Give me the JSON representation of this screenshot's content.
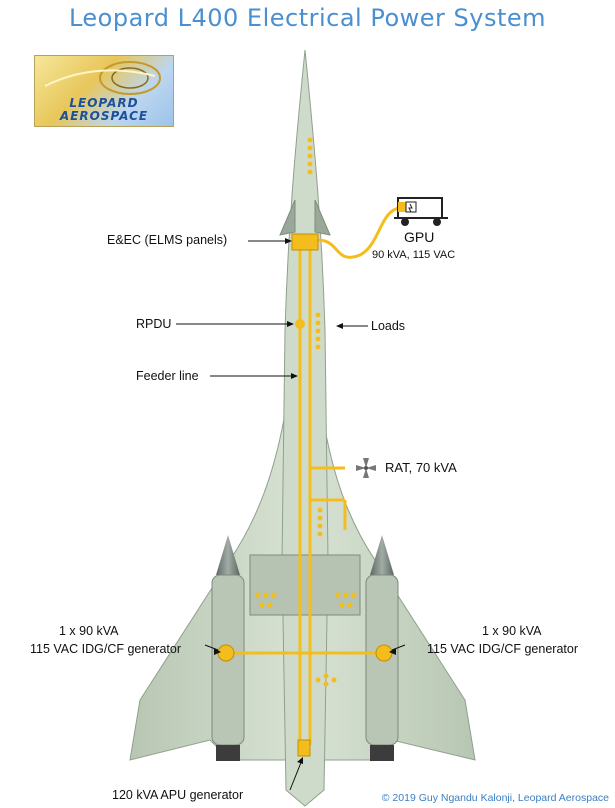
{
  "title": "Leopard L400 Electrical Power System",
  "logo": {
    "line1": "LEOPARD",
    "line2": "AEROSPACE"
  },
  "labels": {
    "eec": "E&EC (ELMS panels)",
    "gpu": "GPU",
    "gpu_spec": "90 kVA, 115 VAC",
    "rpdu": "RPDU",
    "loads": "Loads",
    "feeder": "Feeder line",
    "rat": "RAT, 70 kVA",
    "left_gen_line1": "1 x 90 kVA",
    "left_gen_line2": "115 VAC IDG/CF generator",
    "right_gen_line1": "1 x 90 kVA",
    "right_gen_line2": "115 VAC IDG/CF generator",
    "apu": "120 kVA APU generator"
  },
  "copyright": "© 2019 Guy Ngandu Kalonji, Leopard Aerospace",
  "colors": {
    "title": "#4a8fd0",
    "airframe": "#c9d6c4",
    "airframe_edge": "#8fa08c",
    "power_line": "#f4bd1e",
    "engine": "#7f8a84",
    "copyright": "#3a7fc4"
  },
  "icons": [
    "fan-icon",
    "gpu-truck-icon"
  ]
}
